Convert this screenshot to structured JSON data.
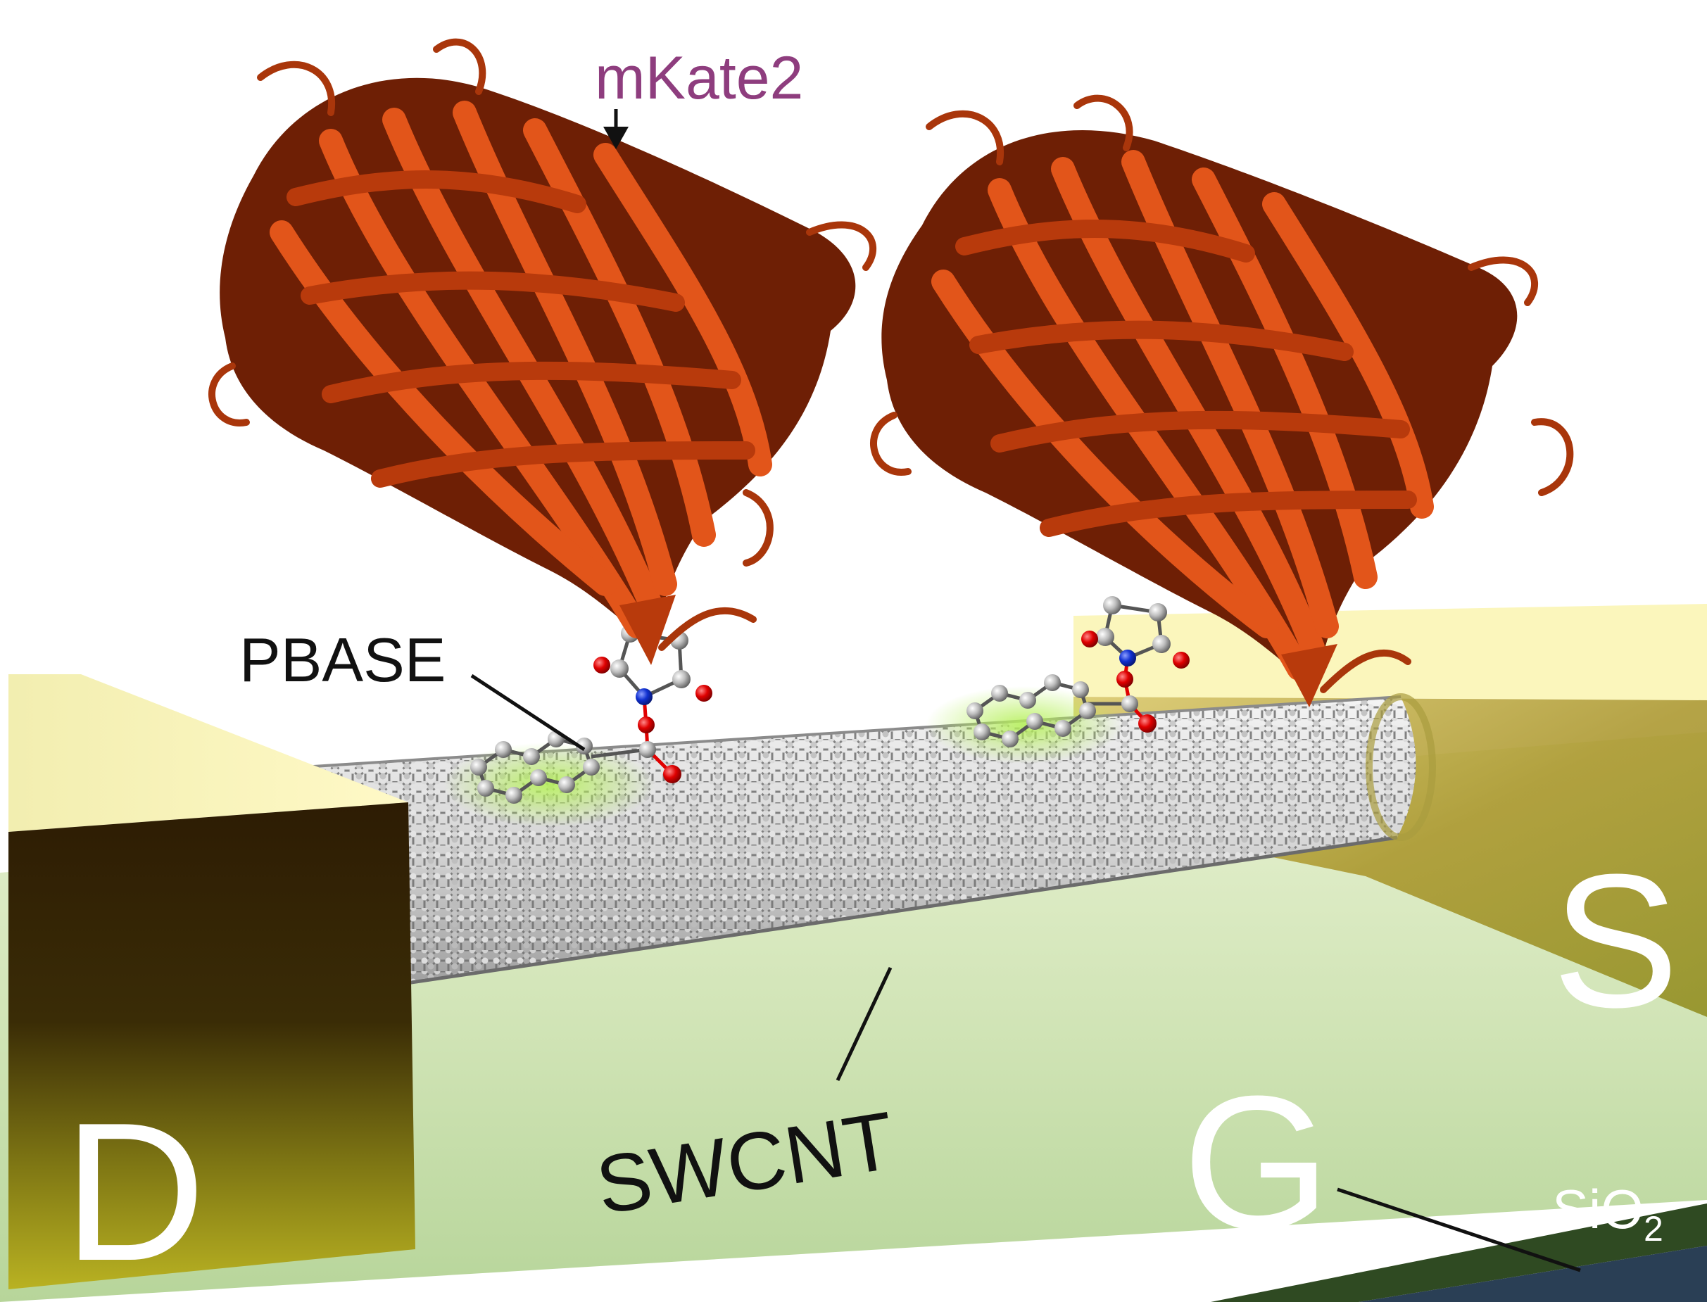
{
  "labels": {
    "mkate2": "mKate2",
    "pbase": "PBASE",
    "swcnt": "SWCNT",
    "drain": "D",
    "source": "S",
    "gate": "G",
    "oxide_main": "SiO",
    "oxide_sub": "2"
  },
  "colors": {
    "protein": "#b83a0c",
    "protein_light": "#e2551a",
    "protein_dark": "#6e1f05",
    "mkate_label": "#8e3d7e",
    "electrode_top": "#fbf7b8",
    "electrode_dark": "#2e1e05",
    "electrode_gold": "#9a9418",
    "substrate": "#cfe3b4",
    "oxide_edge": "#2f4a22",
    "gate_edge": "#2a3f55",
    "carbon": "#b9b9b9",
    "oxygen": "#e00000",
    "nitrogen": "#1030d0",
    "pyrene_glow": "#b6f05a"
  }
}
